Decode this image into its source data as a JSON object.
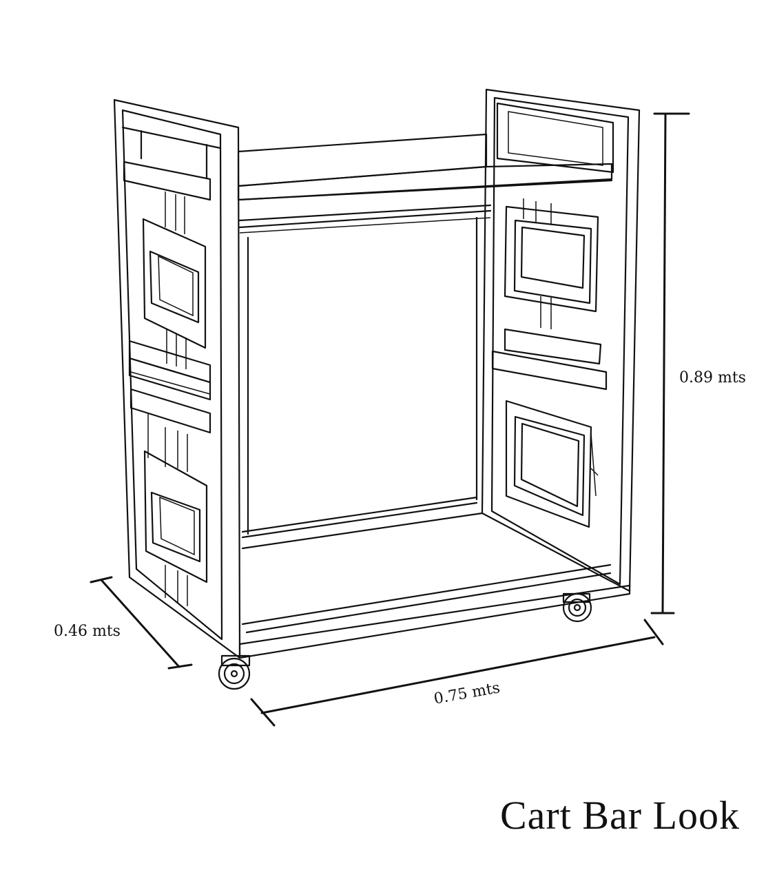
{
  "dimensions": {
    "depth": "0.46 mts",
    "width": "0.75 mts",
    "height": "0.89 mts"
  },
  "title": "Cart Bar Look"
}
